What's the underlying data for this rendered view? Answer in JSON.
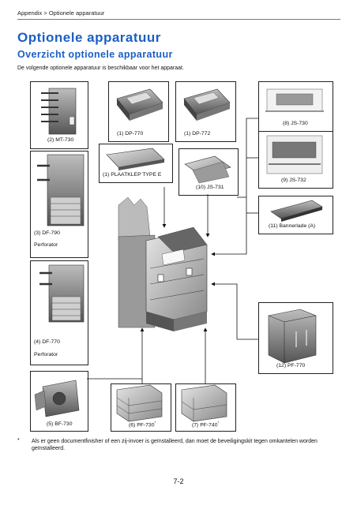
{
  "header": {
    "breadcrumb": "Appendix > Optionele apparatuur"
  },
  "page": {
    "title": "Optionele apparatuur",
    "subtitle": "Overzicht optionele apparatuur",
    "intro": "De volgende optionele apparatuur is beschikbaar voor het apparaat."
  },
  "options": {
    "mt730": "(2) MT-730",
    "dp770": "(1) DP-770",
    "dp772": "(1) DP-772",
    "js730": "(8) JS-730",
    "platen": "(1) PLAATKLEP TYPE E",
    "js731": "(10) JS-731",
    "js732": "(9) JS-732",
    "banner": "(11) Bannerlade (A)",
    "df790": "(3) DF-790",
    "df790_sub": "Perforator",
    "df770": "(4) DF-770",
    "df770_sub": "Perforator",
    "pf770": "(12) PF-770",
    "bf730": "(5) BF-730",
    "pf730": "(6) PF-730",
    "pf740": "(7) PF-740",
    "star": "*"
  },
  "footnote": {
    "marker": "*",
    "text": "Als er geen documentfinisher of een zij-invoer is geïnstalleerd, dan moet de beveiligingskit tegen omkantelen worden geïnstalleerd."
  },
  "footer": {
    "page_number": "7-2"
  }
}
